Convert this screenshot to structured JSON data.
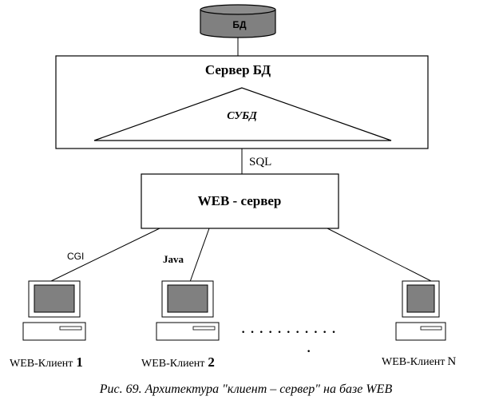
{
  "database": {
    "label": "БД"
  },
  "db_server": {
    "title": "Сервер БД",
    "dbms_label": "СУБД"
  },
  "link_labels": {
    "sql": "SQL",
    "cgi": "CGI",
    "java": "Java"
  },
  "web_server": {
    "title": "WEB - сервер"
  },
  "clients": [
    {
      "label": "WEB-Клиент",
      "number": "1"
    },
    {
      "label": "WEB-Клиент",
      "number": "2"
    },
    {
      "label": "WEB-Клиент",
      "number": "N"
    }
  ],
  "ellipsis": {
    "dots_row": "· · · · · · · · · · ·",
    "dot_single": "·"
  },
  "caption": "Рис. 69. Архитектура \"клиент – сервер\" на базе WEB",
  "colors": {
    "db_cylinder": "#808080",
    "screen": "#808080",
    "stroke": "#000000",
    "background": "#ffffff"
  }
}
